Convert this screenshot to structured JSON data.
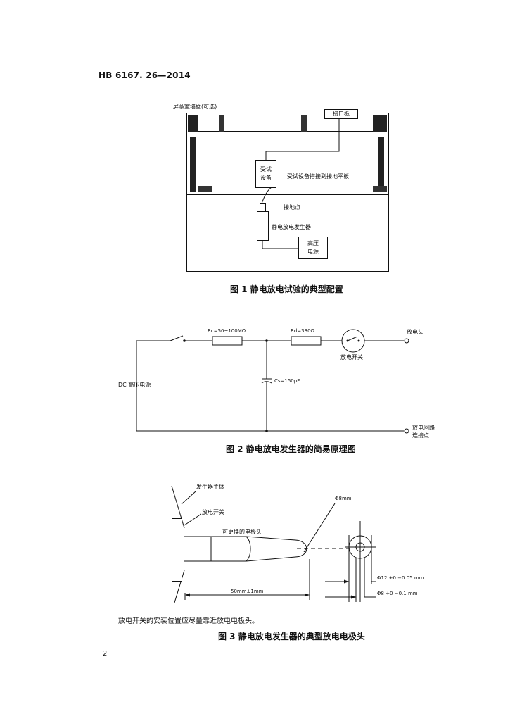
{
  "header": {
    "standard_code": "HB 6167. 26—2014"
  },
  "figure1": {
    "shield_label": "屏蔽室墙壁(可选)",
    "interface_label": "接口板",
    "eut_label_line1": "受试",
    "eut_label_line2": "设备",
    "eut_ground_label": "受试设备搭接到接地平板",
    "ground_point_label": "接地点",
    "esd_generator_label": "静电放电发生器",
    "hv_label_line1": "高压",
    "hv_label_line2": "电源",
    "caption": "图 1   静电放电试验的典型配置"
  },
  "figure2": {
    "rc_label": "Rc=50~100MΩ",
    "rd_label": "Rd=330Ω",
    "cs_label": "Cs=150pF",
    "dc_label": "DC 高压电源",
    "discharge_head_label": "放电头",
    "discharge_switch_label": "放电开关",
    "return_label_line1": "放电回路",
    "return_label_line2": "连接点",
    "caption": "图 2   静电放电发生器的简易原理图"
  },
  "figure3": {
    "body_label": "发生器主体",
    "switch_label": "放电开关",
    "electrode_label": "可更换的电极头",
    "tip_dia_label": "Φ8mm",
    "length_label": "50mm±1mm",
    "dia12_label": "Φ12 +0 −0.05 mm",
    "dia8_label": "Φ8 +0 −0.1 mm",
    "note": "放电开关的安装位置应尽量靠近放电电极头。",
    "caption": "图 3   静电放电发生器的典型放电电极头"
  },
  "footer": {
    "page_number": "2"
  }
}
